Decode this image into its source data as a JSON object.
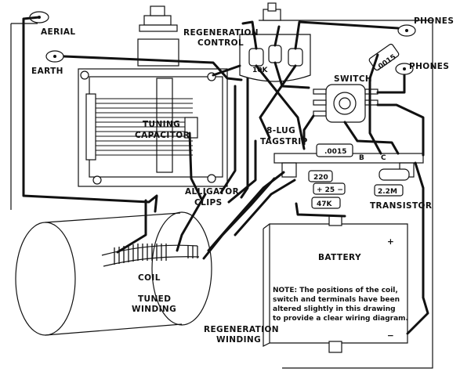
{
  "labels": {
    "aerial": "AERIAL",
    "earth": "EARTH",
    "regen_1": "REGENERATION",
    "regen_2": "CONTROL",
    "phones_top": "PHONES",
    "phones_mid": "PHONES",
    "switch": "SWITCH",
    "tuning_1": "TUNING",
    "tuning_2": "CAPACITOR",
    "tagstrip_1": "8-LUG",
    "tagstrip_2": "TAGSTRIP",
    "alligator_1": "ALLIGATOR",
    "alligator_2": "CLIPS",
    "coil": "COIL",
    "tuned_1": "TUNED",
    "tuned_2": "WINDING",
    "regenw_1": "REGENERATION",
    "regenw_2": "WINDING",
    "battery": "BATTERY",
    "transistor": "TRANSISTOR",
    "pin_b": "B",
    "pin_c": "C",
    "plus": "+",
    "minus": "−"
  },
  "components": {
    "pot_value": "10K",
    "cap_phones": ".0015",
    "cap_tag": ".0015",
    "res_220": "220",
    "cap_25": "+ 25 −",
    "res_47k": "47K",
    "res_22m": "2.2M"
  },
  "note": {
    "line1": "NOTE: The positions of the coil,",
    "line2": "switch and terminals have been",
    "line3": "altered slightly in this drawing",
    "line4": "to provide a clear wiring diagram."
  }
}
